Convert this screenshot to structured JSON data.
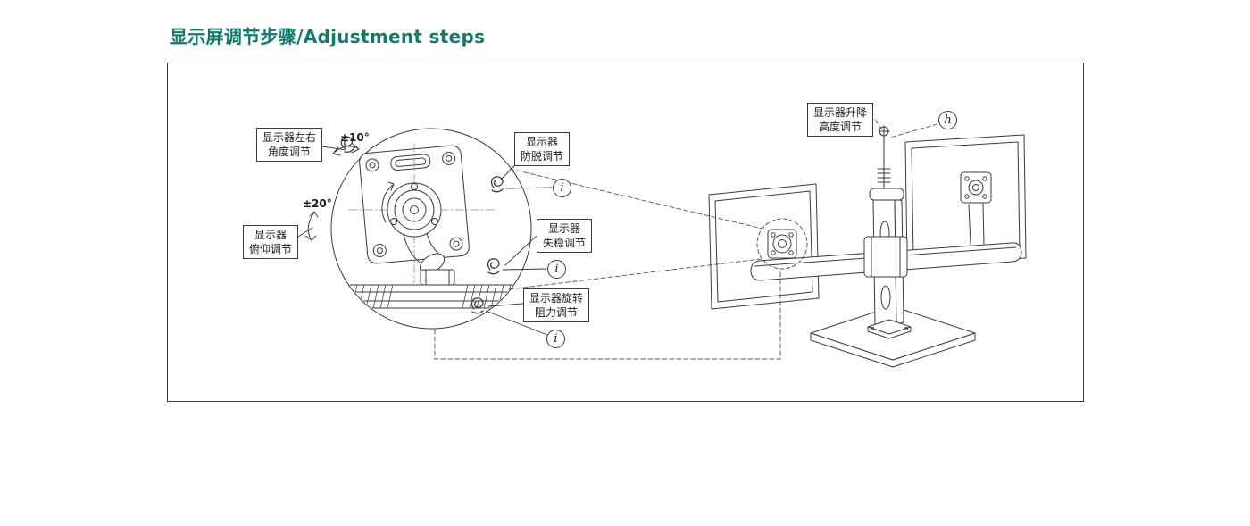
{
  "page": {
    "title": "显示屏调节步骤/Adjustment steps"
  },
  "labels": {
    "lr_angle": "显示器左右\n角度调节",
    "anti_drop": "显示器\n防脱调节",
    "tilt": "显示器\n俯仰调节",
    "instability": "显示器\n失稳调节",
    "rotation_resistance": "显示器旋转\n阻力调节",
    "height": "显示器升降\n高度调节"
  },
  "annotations": {
    "angle_10": "±10°",
    "angle_20": "±20°",
    "marker_i": "i",
    "marker_h": "h"
  },
  "colors": {
    "title_accent": "#0e7c6b",
    "line": "#3a3a3a"
  }
}
